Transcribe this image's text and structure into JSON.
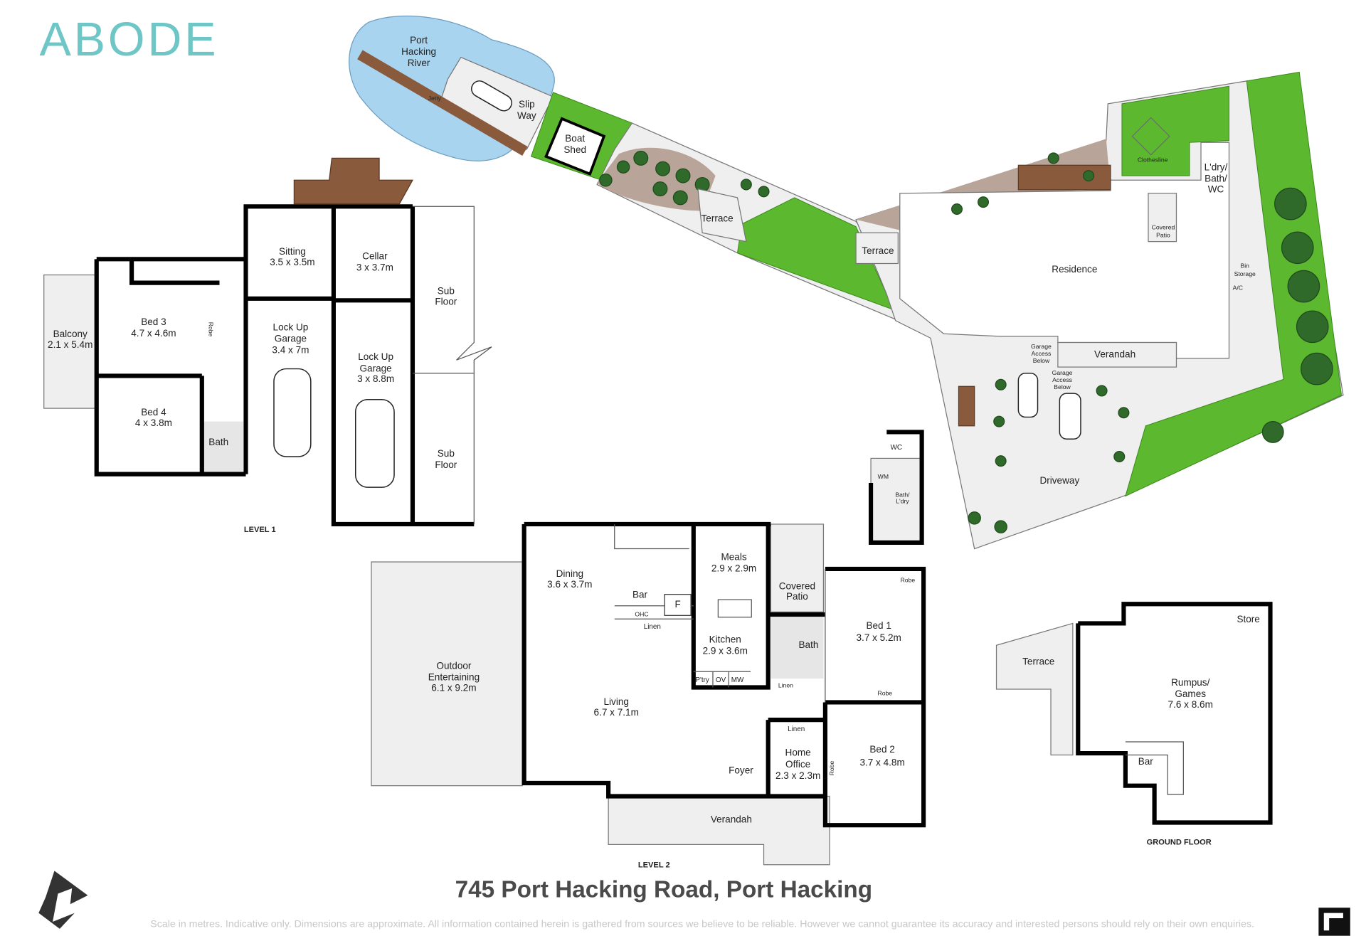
{
  "brand": {
    "logo_text": "ABODE",
    "logo_color": "#6ec6c6"
  },
  "title": "745 Port Hacking Road, Port Hacking",
  "disclaimer": "Scale in metres. Indicative only. Dimensions are approximate. All information contained herein is gathered from sources we believe to be reliable. However we cannot guarantee its accuracy and interested persons should rely on their own enquiries.",
  "icons": {
    "north_arrow": "north-arrow-icon",
    "maker_logo": "floorplan-maker-logo-icon"
  },
  "colors": {
    "lawn": "#5cb82e",
    "water": "#a9d4f0",
    "deck": "#8a5a3c",
    "paving": "#efefef"
  },
  "site": {
    "river": [
      "Port",
      "Hacking",
      "River"
    ],
    "jetty": "Jetty",
    "slipway": [
      "Slip",
      "Way"
    ],
    "boat_shed": [
      "Boat",
      "Shed"
    ],
    "terrace_1": "Terrace",
    "terrace_2": "Terrace",
    "clothesline": "Clothesline",
    "laundry": [
      "L'dry/",
      "Bath/",
      "WC"
    ],
    "covered_patio": [
      "Covered",
      "Patio"
    ],
    "residence": "Residence",
    "bin_storage": [
      "Bin",
      "Storage"
    ],
    "ac": "A/C",
    "garage_access_1": [
      "Garage",
      "Access",
      "Below"
    ],
    "garage_access_2": [
      "Garage",
      "Access",
      "Below"
    ],
    "verandah": "Verandah",
    "driveway": "Driveway"
  },
  "outbuilding": {
    "wc": "WC",
    "wm": "WM",
    "bath": [
      "Bath/",
      "L'dry"
    ]
  },
  "level1": {
    "label": "LEVEL 1",
    "balcony": {
      "name": "Balcony",
      "size": "2.1 x 5.4m"
    },
    "bed3": {
      "name": "Bed 3",
      "size": "4.7 x 4.6m"
    },
    "robe": "Robe",
    "bed4": {
      "name": "Bed 4",
      "size": "4 x 3.8m"
    },
    "bath": "Bath",
    "sitting": {
      "name": "Sitting",
      "size": "3.5 x 3.5m"
    },
    "cellar": {
      "name": "Cellar",
      "size": "3 x 3.7m"
    },
    "garage1": {
      "name": [
        "Lock Up",
        "Garage"
      ],
      "size": "3.4 x 7m"
    },
    "garage2": {
      "name": [
        "Lock Up",
        "Garage"
      ],
      "size": "3 x 8.8m"
    },
    "subfloor1": [
      "Sub",
      "Floor"
    ],
    "subfloor2": [
      "Sub",
      "Floor"
    ]
  },
  "level2": {
    "label": "LEVEL 2",
    "outdoor": {
      "name": [
        "Outdoor",
        "Entertaining"
      ],
      "size": "6.1 x 9.2m"
    },
    "dining": {
      "name": "Dining",
      "size": "3.6 x 3.7m"
    },
    "bar": "Bar",
    "fridge": "F",
    "ohc": "OHC",
    "linen1": "Linen",
    "meals": {
      "name": "Meals",
      "size": "2.9 x 2.9m"
    },
    "kitchen": {
      "name": "Kitchen",
      "size": "2.9 x 3.6m"
    },
    "pantry": "P'try",
    "oven": "OV",
    "microwave": "MW",
    "covered_patio": [
      "Covered",
      "Patio"
    ],
    "bath": "Bath",
    "linen2": "Linen",
    "bed1": {
      "name": "Bed 1",
      "size": "3.7 x 5.2m"
    },
    "robe1": "Robe",
    "robe2": "Robe",
    "living": {
      "name": "Living",
      "size": "6.7 x 7.1m"
    },
    "linen3": "Linen",
    "office": {
      "name": [
        "Home",
        "Office"
      ],
      "size": "2.3 x 2.3m"
    },
    "bed2": {
      "name": "Bed 2",
      "size": "3.7 x 4.8m"
    },
    "robe3": "Robe",
    "foyer": "Foyer",
    "verandah": "Verandah"
  },
  "ground": {
    "label": "GROUND FLOOR",
    "terrace": "Terrace",
    "store": "Store",
    "rumpus": {
      "name": [
        "Rumpus/",
        "Games"
      ],
      "size": "7.6 x 8.6m"
    },
    "bar": "Bar"
  }
}
